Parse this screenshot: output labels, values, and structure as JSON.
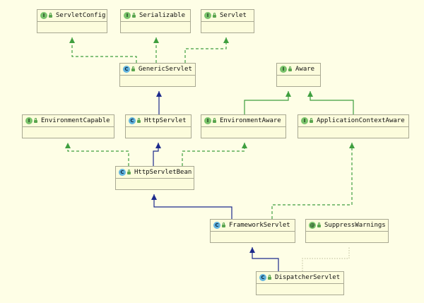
{
  "nodes": [
    {
      "id": "servlet-config",
      "kind": "interface",
      "badge": "I",
      "label": "ServletConfig"
    },
    {
      "id": "serializable",
      "kind": "interface",
      "badge": "I",
      "label": "Serializable"
    },
    {
      "id": "servlet",
      "kind": "interface",
      "badge": "I",
      "label": "Servlet"
    },
    {
      "id": "generic-servlet",
      "kind": "class",
      "badge": "C",
      "label": "GenericServlet"
    },
    {
      "id": "aware",
      "kind": "interface",
      "badge": "I",
      "label": "Aware"
    },
    {
      "id": "environment-capable",
      "kind": "interface",
      "badge": "I",
      "label": "EnvironmentCapable"
    },
    {
      "id": "http-servlet",
      "kind": "class",
      "badge": "C",
      "label": "HttpServlet"
    },
    {
      "id": "environment-aware",
      "kind": "interface",
      "badge": "I",
      "label": "EnvironmentAware"
    },
    {
      "id": "application-context-aware",
      "kind": "interface",
      "badge": "I",
      "label": "ApplicationContextAware"
    },
    {
      "id": "http-servlet-bean",
      "kind": "class",
      "badge": "C",
      "label": "HttpServletBean"
    },
    {
      "id": "framework-servlet",
      "kind": "class",
      "badge": "C",
      "label": "FrameworkServlet"
    },
    {
      "id": "suppress-warnings",
      "kind": "annotation",
      "badge": "@",
      "label": "SuppressWarnings"
    },
    {
      "id": "dispatcher-servlet",
      "kind": "class",
      "badge": "C",
      "label": "DispatcherServlet"
    }
  ],
  "edges": [
    {
      "from": "generic-servlet",
      "to": "servlet-config",
      "type": "implements"
    },
    {
      "from": "generic-servlet",
      "to": "serializable",
      "type": "implements"
    },
    {
      "from": "generic-servlet",
      "to": "servlet",
      "type": "implements"
    },
    {
      "from": "http-servlet",
      "to": "generic-servlet",
      "type": "extends"
    },
    {
      "from": "environment-aware",
      "to": "aware",
      "type": "interface-extends"
    },
    {
      "from": "application-context-aware",
      "to": "aware",
      "type": "interface-extends"
    },
    {
      "from": "http-servlet-bean",
      "to": "environment-capable",
      "type": "implements"
    },
    {
      "from": "http-servlet-bean",
      "to": "http-servlet",
      "type": "extends"
    },
    {
      "from": "http-servlet-bean",
      "to": "environment-aware",
      "type": "implements"
    },
    {
      "from": "framework-servlet",
      "to": "http-servlet-bean",
      "type": "extends"
    },
    {
      "from": "framework-servlet",
      "to": "application-context-aware",
      "type": "implements"
    },
    {
      "from": "dispatcher-servlet",
      "to": "framework-servlet",
      "type": "extends"
    },
    {
      "from": "dispatcher-servlet",
      "to": "suppress-warnings",
      "type": "annotated"
    }
  ],
  "colors": {
    "background": "#fefee6",
    "implements": "#3f9f3f",
    "interface_extends": "#3f9f3f",
    "extends": "#1c2a8c",
    "annotated": "#c8c8a8"
  }
}
